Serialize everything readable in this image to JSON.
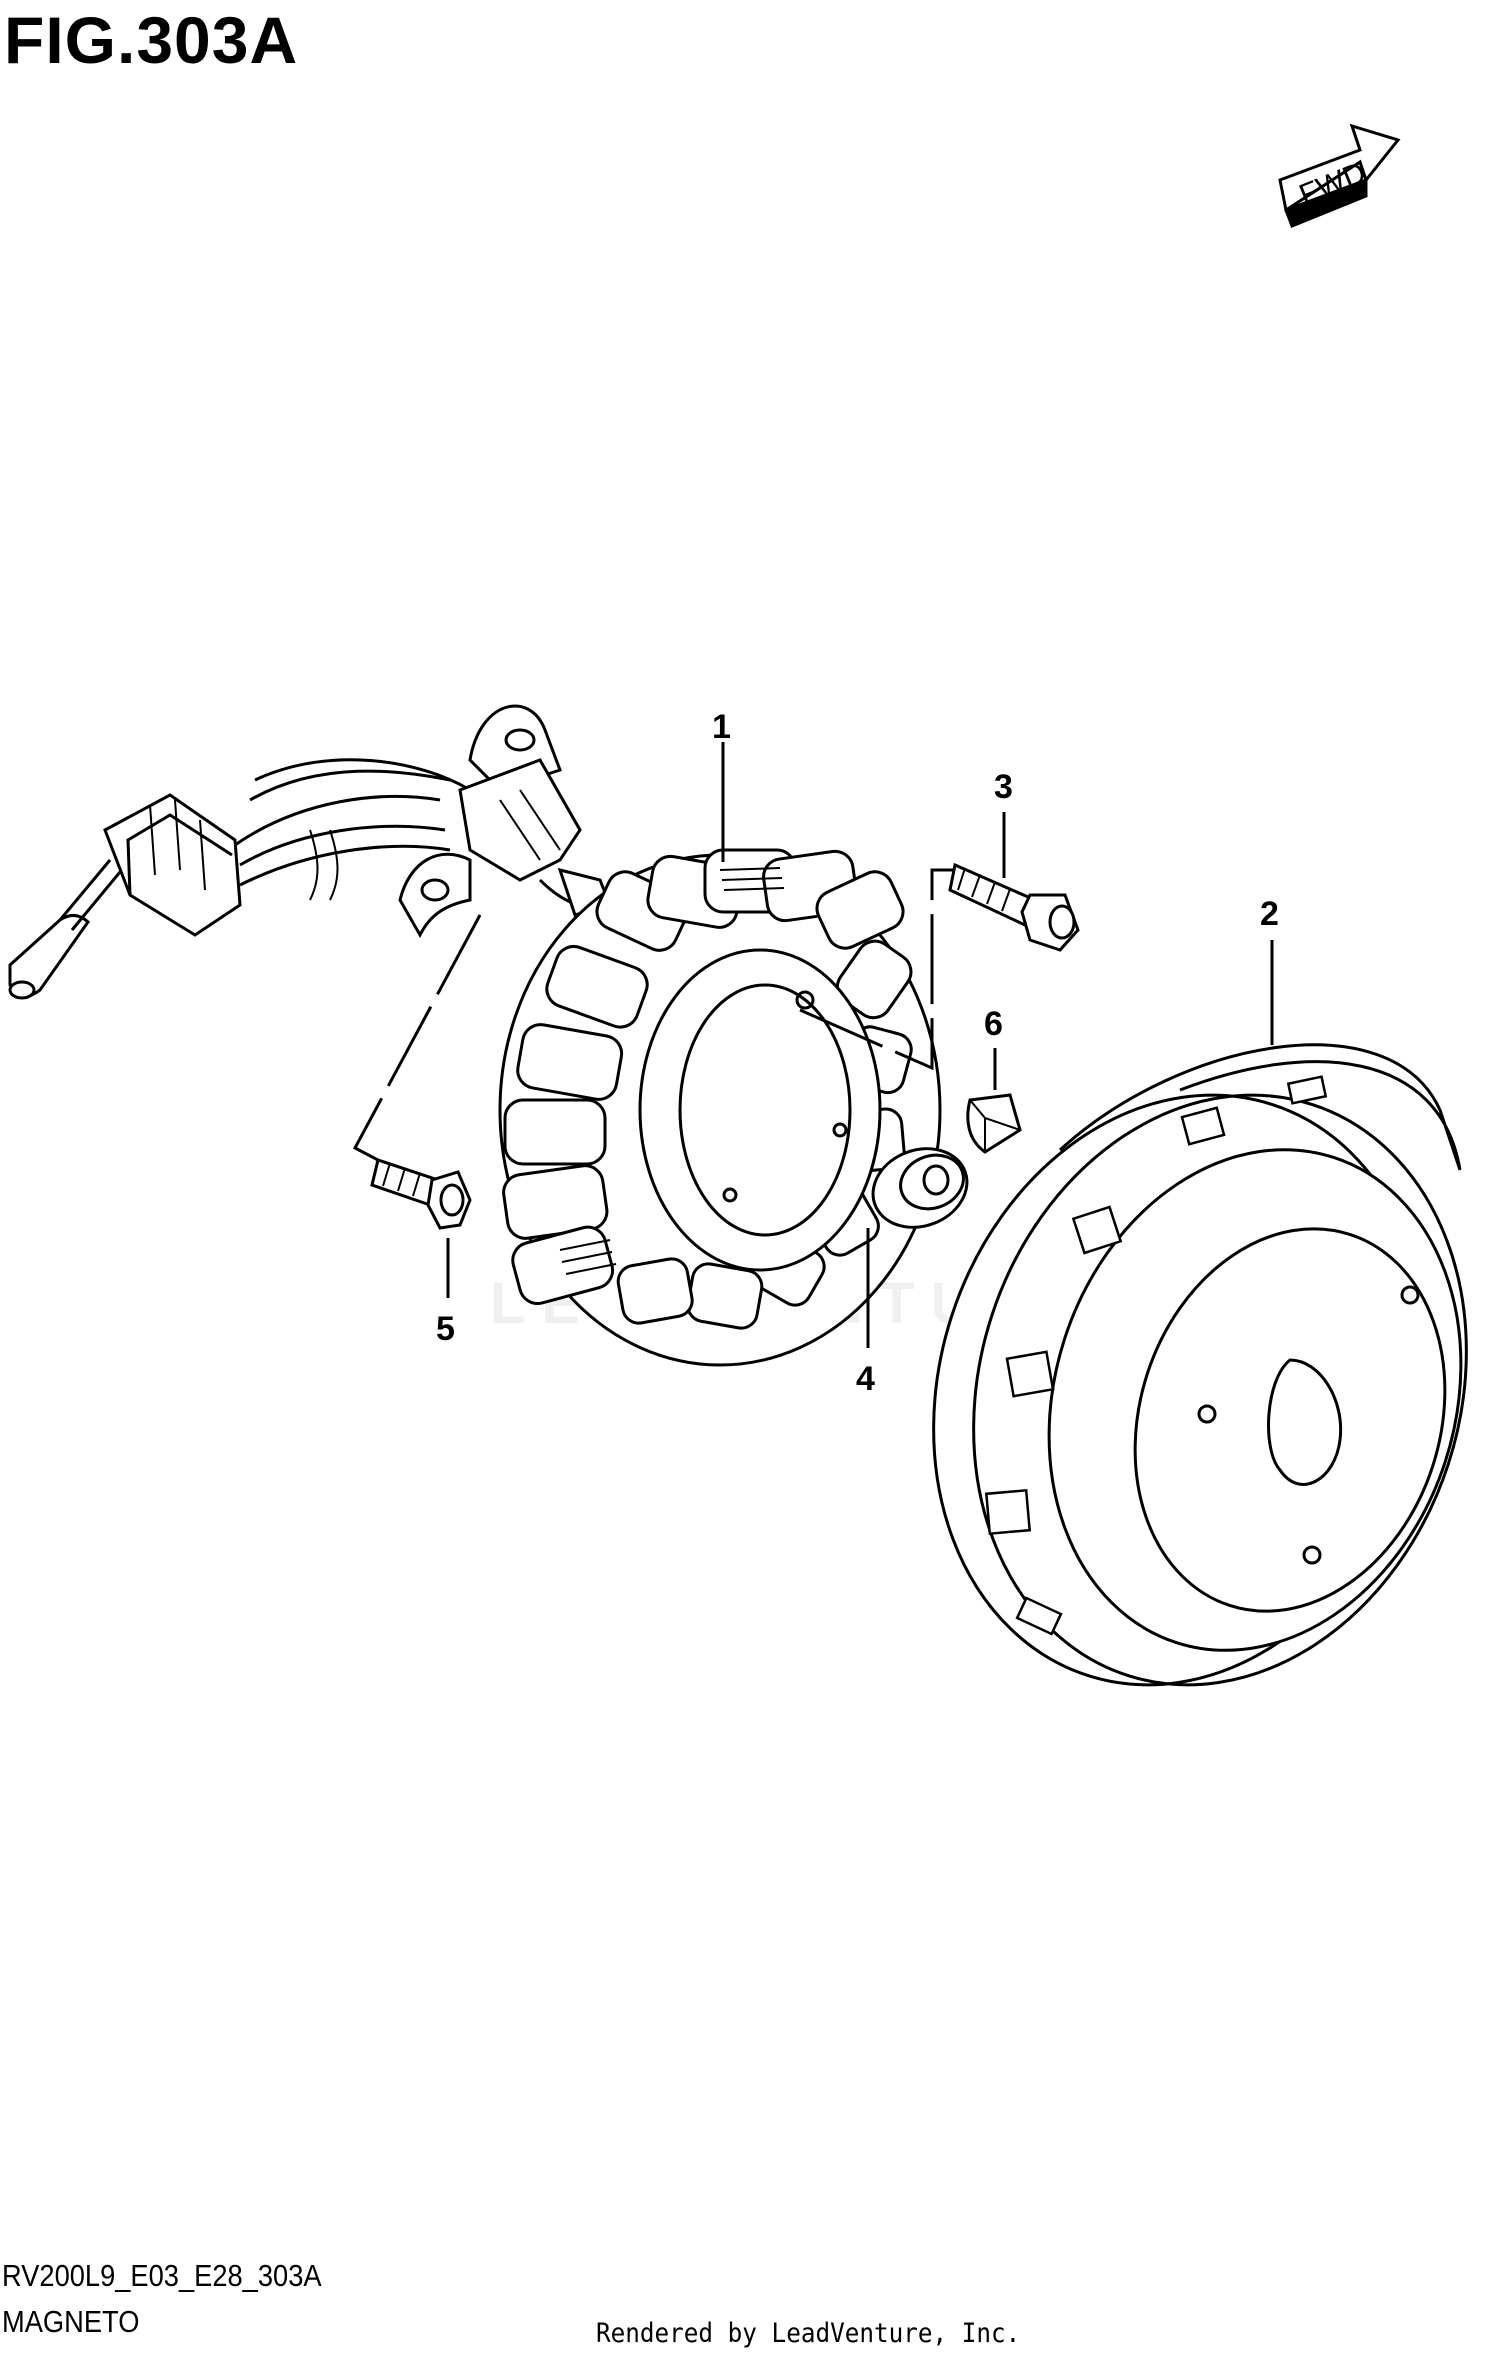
{
  "figure": {
    "title": "FIG.303A"
  },
  "fwd_label": "FWD",
  "footer": {
    "code": "RV200L9_E03_E28_303A",
    "name": "MAGNETO",
    "rendered_by": "Rendered by LeadVenture, Inc."
  },
  "watermark": "LEADVENTURE",
  "callouts": [
    "1",
    "2",
    "3",
    "4",
    "5",
    "6"
  ],
  "colors": {
    "line": "#000000",
    "background": "#ffffff",
    "watermark": "#f0f0f0"
  }
}
